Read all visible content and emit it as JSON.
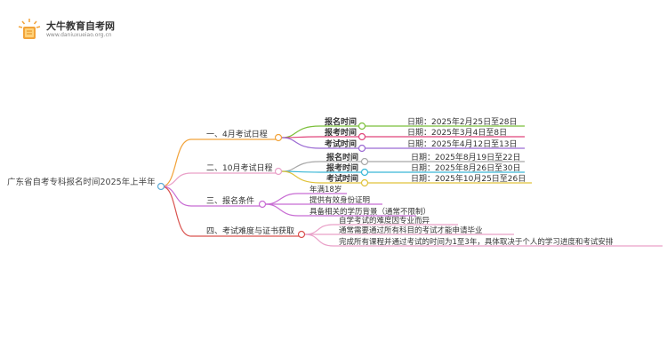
{
  "site": {
    "name": "大牛教育自考网",
    "url": "www.daniuxueiao.org.cn"
  },
  "root": "广东省自考专科报名时间2025年上半年",
  "branches": [
    {
      "label": "一、4月考试日程",
      "color": "#f2a33a",
      "items": [
        {
          "key": "报名时间",
          "value": "日期：2025年2月25日至28日",
          "color": "#7bbf3a"
        },
        {
          "key": "报考时间",
          "value": "日期：2025年3月4日至8日",
          "color": "#e0457b"
        },
        {
          "key": "考试时间",
          "value": "日期：2025年4月12日至13日",
          "color": "#9b6ad3"
        }
      ]
    },
    {
      "label": "二、10月考试日程",
      "color": "#e9a0c8",
      "items": [
        {
          "key": "报名时间",
          "value": "日期：2025年8月19日至22日",
          "color": "#a8a8a8"
        },
        {
          "key": "报考时间",
          "value": "日期：2025年8月26日至30日",
          "color": "#39b7d6"
        },
        {
          "key": "考试时间",
          "value": "日期：2025年10月25日至26日",
          "color": "#e0c23a"
        }
      ]
    },
    {
      "label": "三、报名条件",
      "color": "#c86cd3",
      "items": [
        {
          "value": "年满18岁",
          "color": "#c86cd3"
        },
        {
          "value": "提供有效身份证明",
          "color": "#c86cd3"
        },
        {
          "value": "具备相关的学历背景（通常不限制）",
          "color": "#c86cd3"
        }
      ]
    },
    {
      "label": "四、考试难度与证书获取",
      "color": "#d9534f",
      "items": [
        {
          "value": "自学考试的难度因专业而异",
          "color": "#e9a0c8"
        },
        {
          "value": "通常需要通过所有科目的考试才能申请毕业",
          "color": "#e9a0c8"
        },
        {
          "value": "完成所有课程并通过考试的时间为1至3年，具体取决于个人的学习进度和考试安排",
          "color": "#e9a0c8"
        }
      ]
    }
  ]
}
